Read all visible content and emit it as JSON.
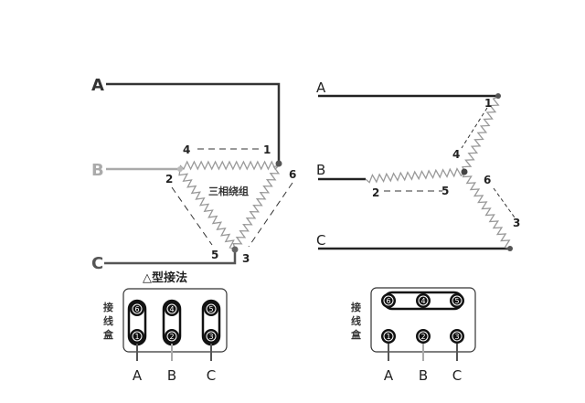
{
  "delta": {
    "title": "△型接法",
    "winding_label": "三相绕组",
    "box_label": "接线盒",
    "lines": {
      "A": "A",
      "B": "B",
      "C": "C"
    },
    "ends": {
      "n1": "1",
      "n2": "2",
      "n3": "3",
      "n4": "4",
      "n5": "5",
      "n6": "6"
    },
    "terminals_top": [
      "6",
      "4",
      "5"
    ],
    "terminals_bottom": [
      "1",
      "2",
      "3"
    ],
    "phases": [
      "A",
      "B",
      "C"
    ]
  },
  "star": {
    "box_label": "接线盒",
    "lines": {
      "A": "A",
      "B": "B",
      "C": "C"
    },
    "ends": {
      "n1": "1",
      "n2": "2",
      "n3": "3",
      "n4": "4",
      "n5": "5",
      "n6": "6"
    },
    "terminals_top": [
      "6",
      "4",
      "5"
    ],
    "terminals_bottom": [
      "1",
      "2",
      "3"
    ],
    "phases": [
      "A",
      "B",
      "C"
    ]
  }
}
